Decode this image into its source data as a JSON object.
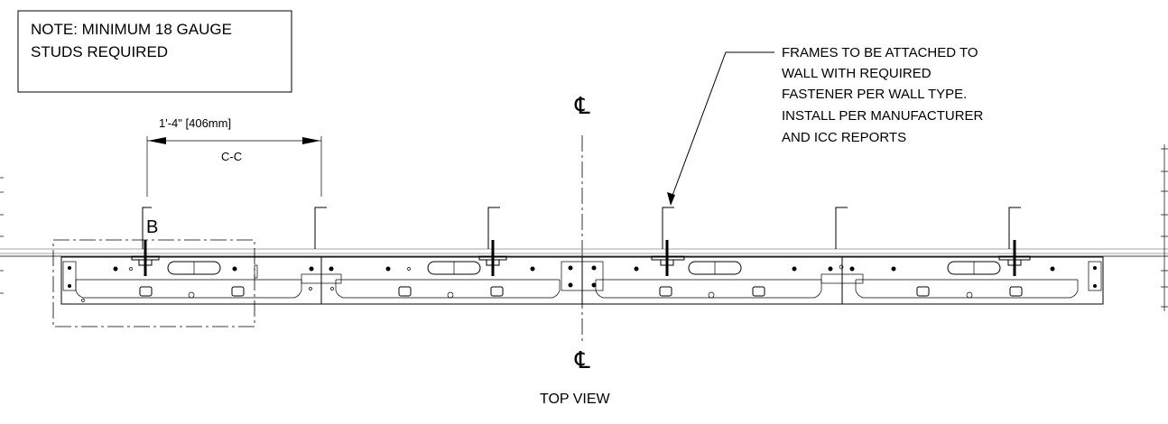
{
  "note": {
    "line1": "NOTE: MINIMUM 18 GAUGE",
    "line2": "STUDS REQUIRED"
  },
  "callout": {
    "lines": [
      "FRAMES TO BE ATTACHED TO",
      "WALL WITH REQUIRED",
      "FASTENER PER WALL TYPE.",
      "INSTALL PER MANUFACTURER",
      "AND ICC REPORTS"
    ]
  },
  "dimension": {
    "value": "1'-4\" [406mm]",
    "sub": "C-C"
  },
  "detail_label": "B",
  "centerline_symbol": "℄",
  "view_title": "TOP VIEW",
  "studs_count": 6,
  "panels_count": 4
}
